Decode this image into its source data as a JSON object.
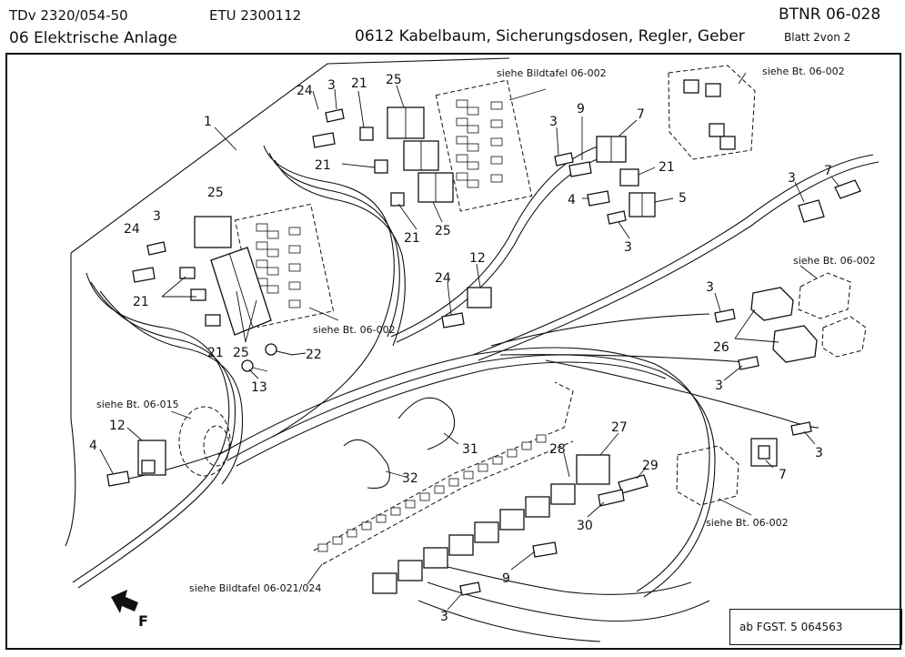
{
  "header": {
    "doc_number": "TDv 2320/054-50",
    "etu": "ETU 2300112",
    "btnr": "BTNR 06-028",
    "section": "06 Elektrische Anlage",
    "title": "0612 Kabelbaum, Sicherungsdosen, Regler, Geber",
    "sheet": "Blatt 2von 2"
  },
  "diagram": {
    "part_labels": [
      "1",
      "3",
      "4",
      "5",
      "7",
      "9",
      "12",
      "13",
      "21",
      "22",
      "24",
      "25",
      "26",
      "27",
      "28",
      "29",
      "30",
      "31",
      "32"
    ],
    "references": {
      "bildtafel_top": "siehe Bildtafel 06-002",
      "bt_top_right": "siehe Bt. 06-002",
      "bt_left_fuse": "siehe Bt. 06-002",
      "bt_right_mid": "siehe Bt. 06-002",
      "bt_015": "siehe Bt. 06-015",
      "bt_bottom_right": "siehe Bt. 06-002",
      "bildtafel_bottom": "siehe Bildtafel 06-021/024"
    },
    "direction_marker": "F",
    "footer_note": "ab FGST. 5 064563"
  }
}
